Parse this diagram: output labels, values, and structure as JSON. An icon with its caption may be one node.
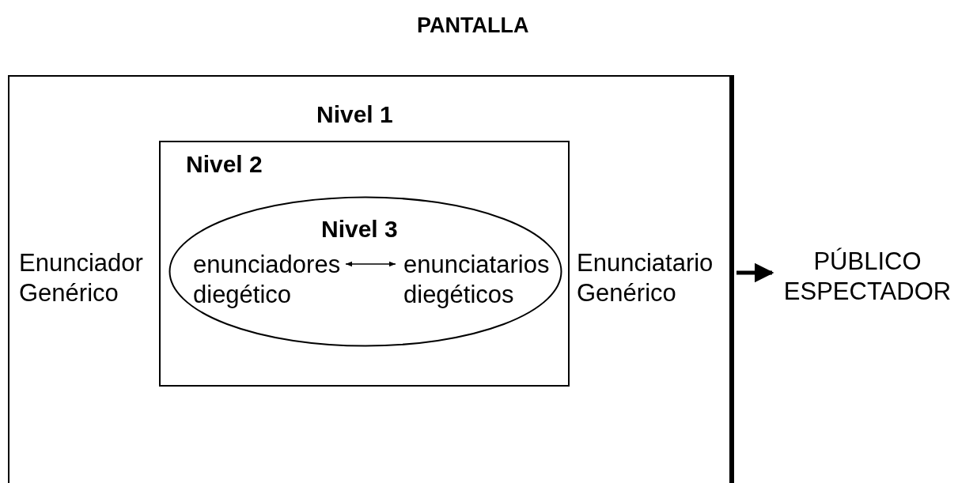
{
  "diagram": {
    "nodes": [
      {
        "text": [
          "Nivel 1"
        ]
      },
      {
        "text": [
          "Enunciador Genérico"
        ],
        "in": 0
      },
      {
        "text": [
          "Nivel 2"
        ],
        "in": 0
      },
      {
        "text": [
          "Nivel 3"
        ],
        "in": 2
      },
      {
        "text": [
          "enunciadores diegético"
        ],
        "in": 3
      },
      {
        "text": [
          "enunciatarios diegéticos"
        ],
        "in": 3
      },
      {
        "text": [
          "Enunciatario Genérico"
        ],
        "in": 0
      },
      {
        "text": [
          "PÚBLICO ESPECTADOR"
        ]
      }
    ],
    "edges": [
      {
        "from": 4,
        "to": 5,
        "arrow": "both"
      },
      {
        "from": 0,
        "to": 7,
        "arrow": "to",
        "style": "thick"
      }
    ],
    "labels": [
      "PANTALLA"
    ]
  }
}
